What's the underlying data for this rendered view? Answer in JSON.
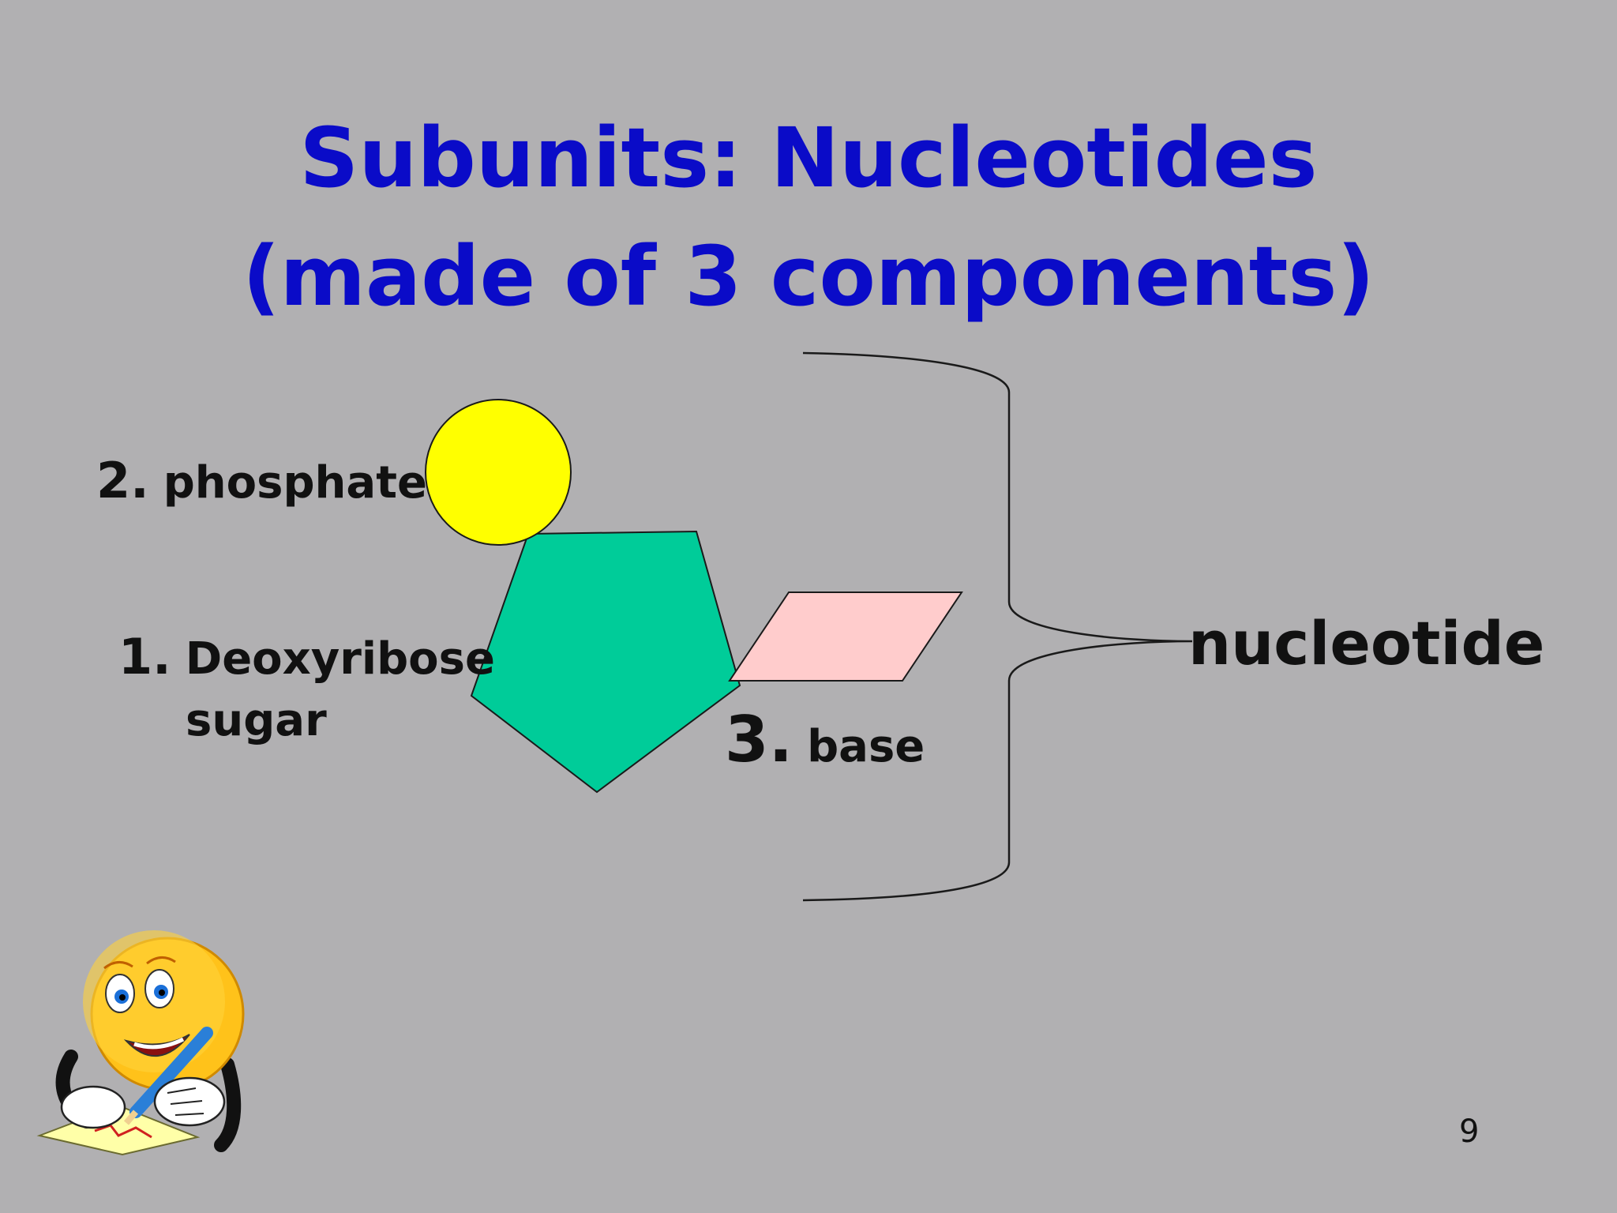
{
  "slide": {
    "title_line1": "Subunits: Nucleotides",
    "title_line2": "(made of 3 components)",
    "page_number": "9"
  },
  "components": {
    "phosphate": {
      "number": "2.",
      "label": "phosphate",
      "color": "#ffff00"
    },
    "sugar": {
      "number": "1.",
      "label_line1": "Deoxyribose",
      "label_line2": "sugar",
      "color": "#00cc99"
    },
    "base": {
      "number": "3.",
      "label": "base",
      "color": "#ffcccc"
    }
  },
  "bracket_label": "nucleotide",
  "clipart": {
    "icon": "smiley-writing-icon"
  }
}
